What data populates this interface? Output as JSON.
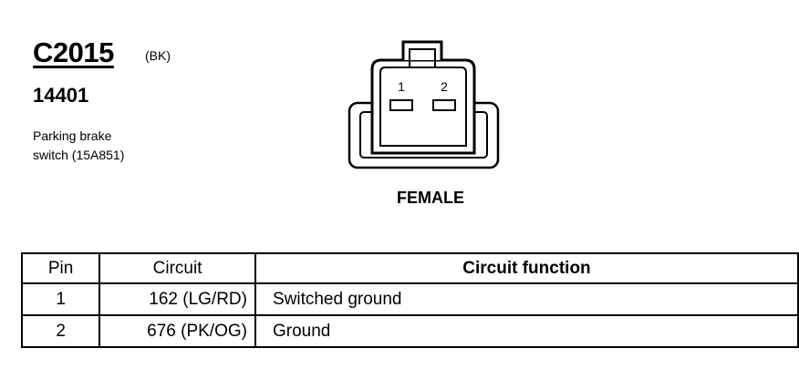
{
  "connector": {
    "id": "C2015",
    "color": "(BK)",
    "part_number": "14401",
    "description_lines": [
      "Parking brake",
      "switch (15A851)"
    ]
  },
  "diagram": {
    "pin_labels": [
      "1",
      "2"
    ],
    "gender": "FEMALE"
  },
  "table": {
    "headers": {
      "pin": "Pin",
      "circuit": "Circuit",
      "function": "Circuit function"
    },
    "rows": [
      {
        "pin": "1",
        "circuit": "162 (LG/RD)",
        "function": "Switched ground"
      },
      {
        "pin": "2",
        "circuit": "676 (PK/OG)",
        "function": "Ground"
      }
    ]
  }
}
